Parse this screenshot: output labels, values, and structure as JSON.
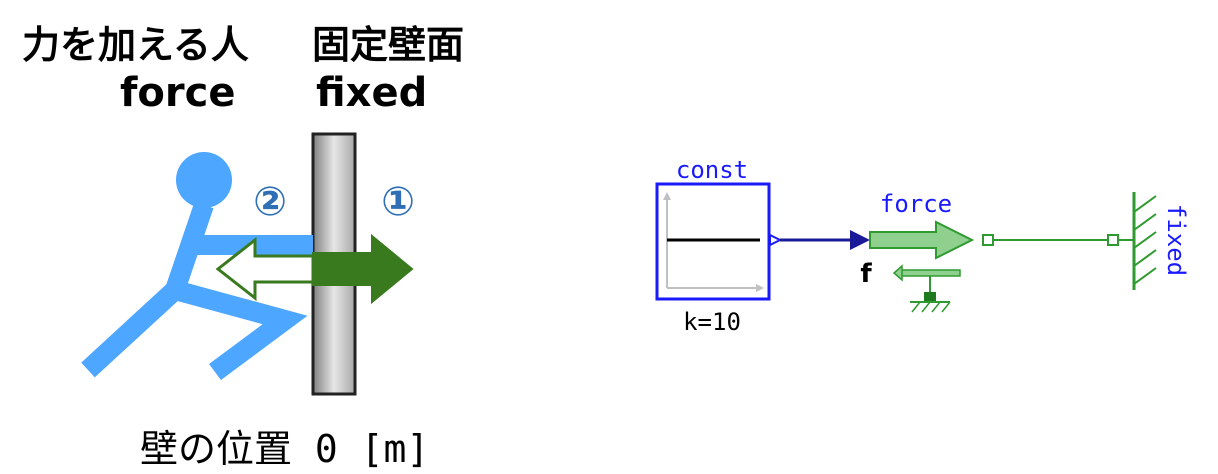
{
  "illustration": {
    "label_person_jp": "力を加える人",
    "label_wall_jp": "固定壁面",
    "label_person_en": "force",
    "label_wall_en": "fixed",
    "marker_1": "①",
    "marker_2": "②",
    "wall_position_caption": "壁の位置 0 [m]"
  },
  "modelica_diagram": {
    "const_block": {
      "name": "const",
      "parameter": "k=10"
    },
    "force_block": {
      "name": "force",
      "port_label": "f"
    },
    "fixed_block": {
      "name": "fixed"
    }
  },
  "colors": {
    "person": "#4da6ff",
    "arrow_dark_green": "#3a7a1f",
    "arrow_outline_green": "#3a7a1f",
    "wall_gray": "#a0a0a0",
    "marker_blue": "#2e6fb5",
    "modelica_blue": "#1a1aff",
    "modelica_green": "#2f9a2f"
  }
}
